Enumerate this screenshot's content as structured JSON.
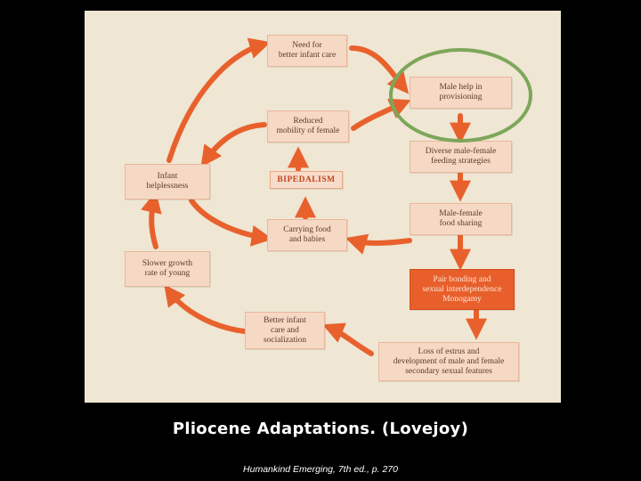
{
  "diagram": {
    "nodes": {
      "need_infant_care": "Need for\nbetter infant care",
      "male_help": "Male help in\nprovisioning",
      "reduced_mobility": "Reduced\nmobility of female",
      "feeding_strategies": "Diverse male-female\nfeeding strategies",
      "infant_helplessness": "Infant\nhelplessness",
      "bipedalism": "BIPEDALISM",
      "food_sharing": "Male-female\nfood sharing",
      "carrying_food": "Carrying food\nand babies",
      "slower_growth": "Slower growth\nrate of young",
      "pair_bonding": "Pair bonding and\nsexual interdependence\nMonogamy",
      "better_care": "Better infant\ncare and\nsocialization",
      "estrus_loss": "Loss of estrus and\ndevelopment of male and female\nsecondary sexual features"
    },
    "colors": {
      "arrow": "#e8612d",
      "node_fill": "#f6d9c4",
      "node_dark": "#e85f2b",
      "page": "#efe6d3",
      "highlight": "#7da65a"
    }
  },
  "caption": "Pliocene Adaptations. (Lovejoy)",
  "source": "Humankind Emerging, 7th ed., p. 270"
}
